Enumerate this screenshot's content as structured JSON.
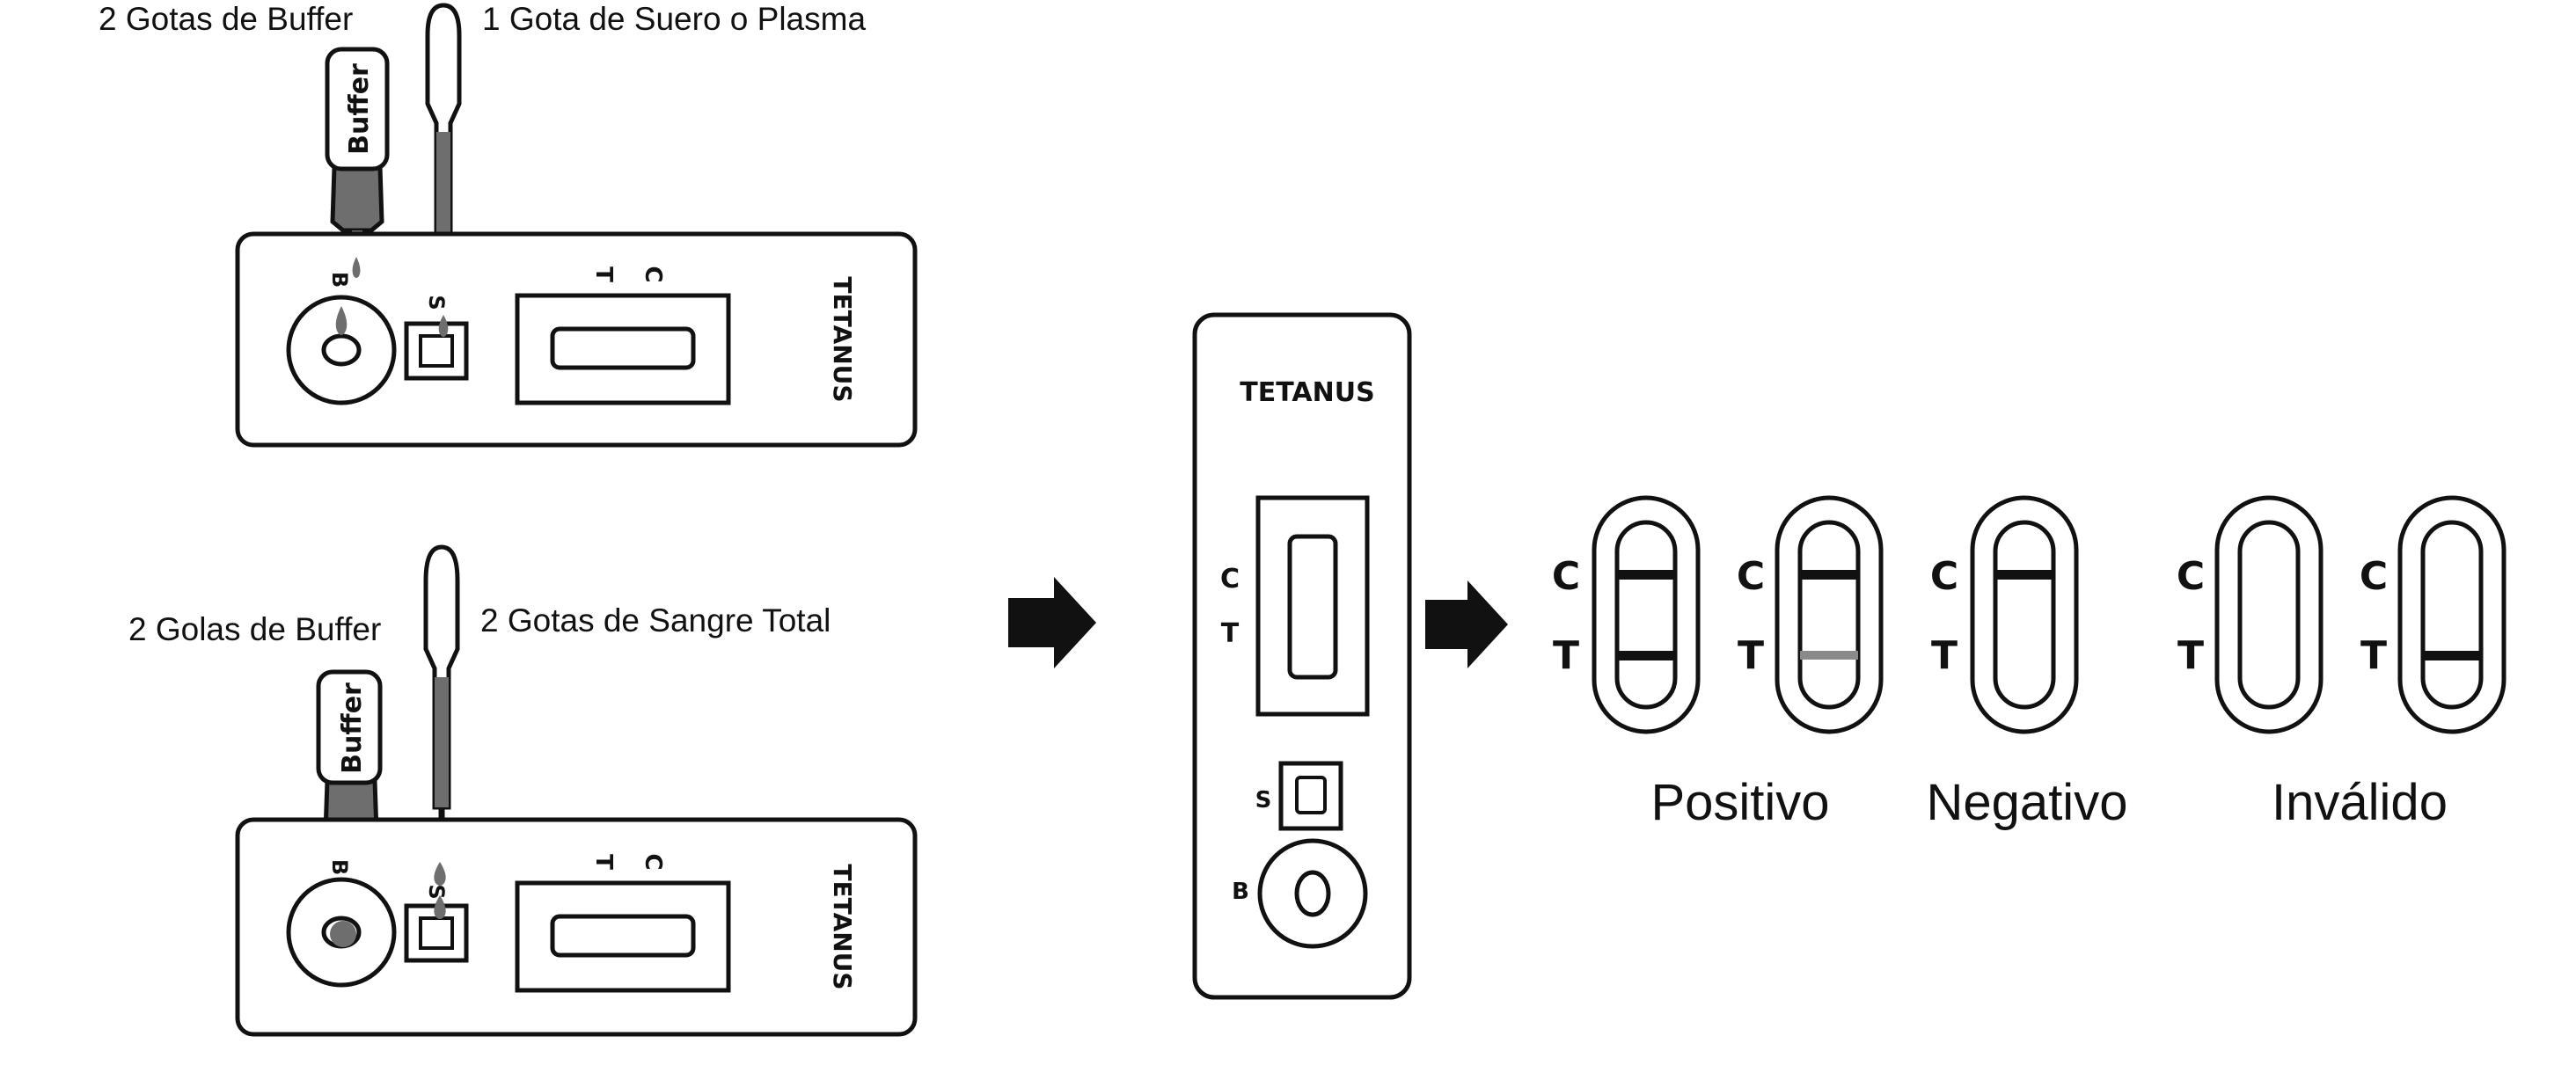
{
  "labels": {
    "buffer_top": "2 Gotas de Buffer",
    "serum": "1 Gota de Suero o Plasma",
    "buffer_bottom": "2 Golas de Buffer",
    "whole_blood": "2 Gotas de Sangre Total"
  },
  "bottle_label": "Buffer",
  "cassette": {
    "name": "TETANUS",
    "control": "C",
    "test": "T",
    "sample": "S",
    "buffer": "B"
  },
  "results": {
    "positive": "Positivo",
    "negative": "Negativo",
    "invalid": "Inválido"
  },
  "colors": {
    "ink": "#111111",
    "liquid": "#6e6e6e",
    "faint_line": "#8a8a8a"
  }
}
